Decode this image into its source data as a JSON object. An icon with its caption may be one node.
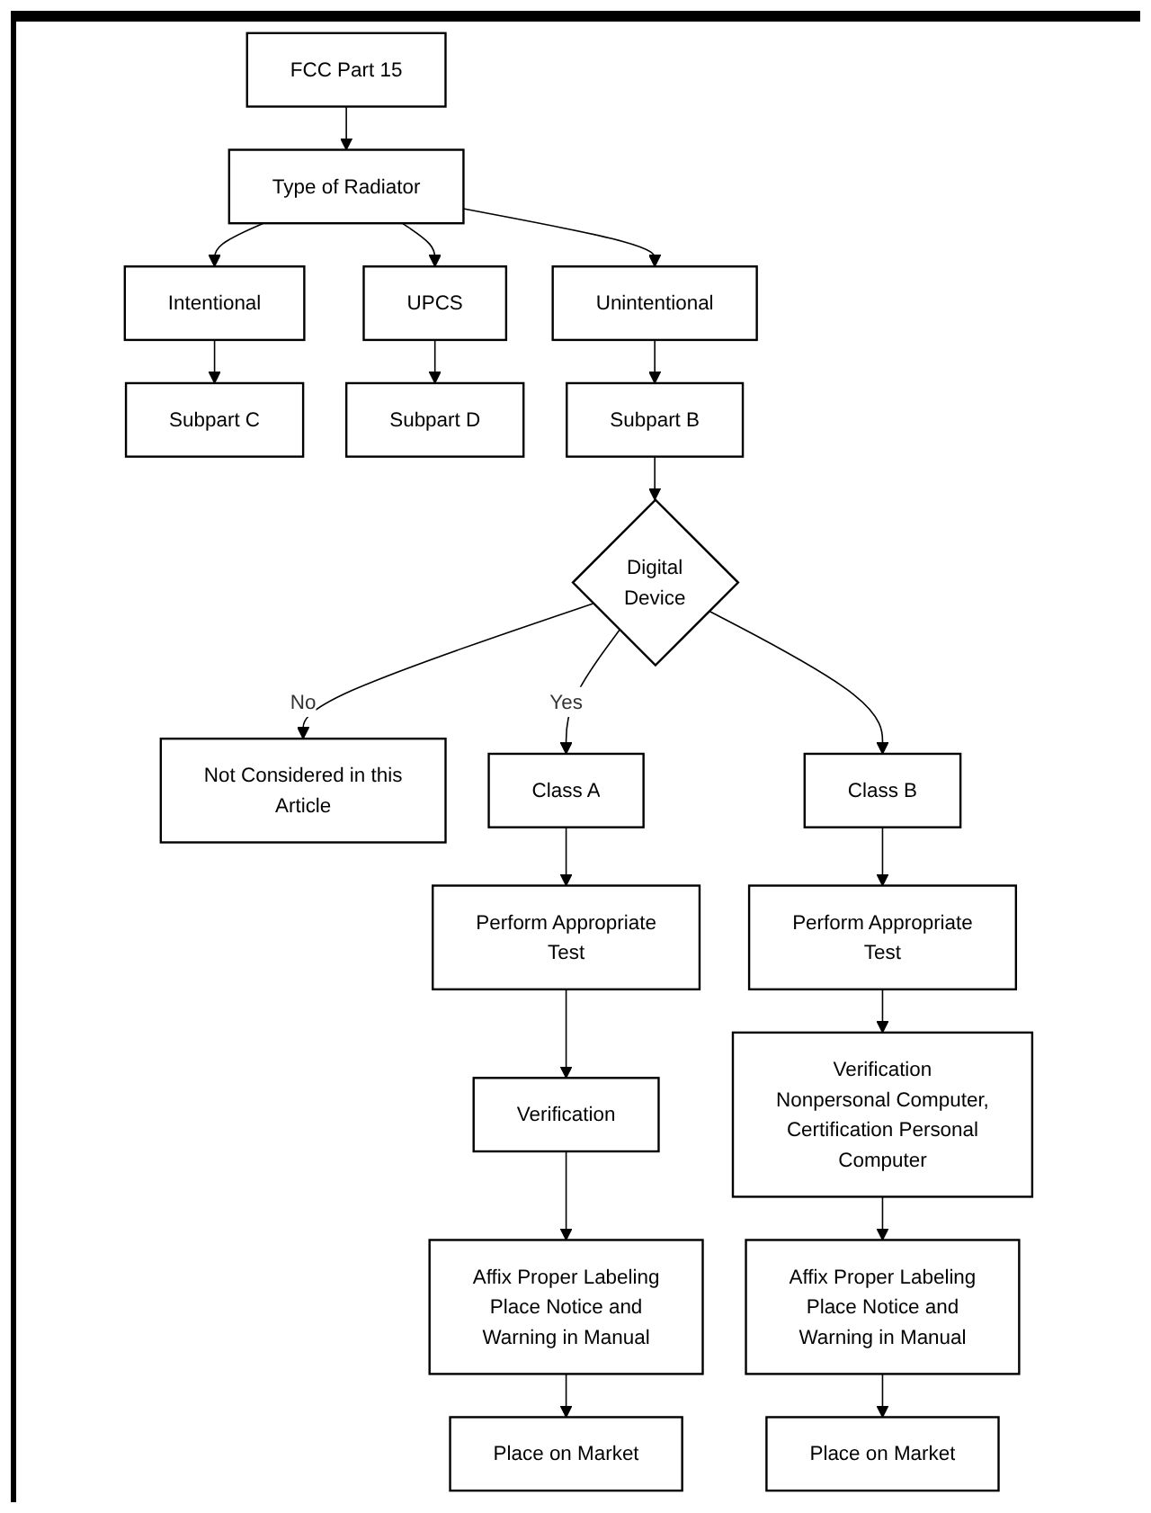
{
  "diagram": {
    "nodes": [
      {
        "text": [
          "FCC Part 15"
        ]
      },
      {
        "text": [
          "Intentional"
        ]
      },
      {
        "text": [
          "Type of Radiator"
        ]
      },
      {
        "text": [
          "UPCS"
        ]
      },
      {
        "text": [
          "Subpart C"
        ]
      },
      {
        "text": [
          "Unintentional"
        ]
      },
      {
        "text": [
          "Subpart D"
        ]
      },
      {
        "text": [
          "Subpart B"
        ]
      },
      {
        "text": [
          "Not Considered in this Article"
        ]
      },
      {
        "text": [
          "Digital Device"
        ]
      },
      {
        "text": [
          "Class A"
        ]
      },
      {
        "text": [
          "Class B"
        ]
      },
      {
        "text": [
          "Perform Appropriate Test"
        ]
      },
      {
        "text": [
          "Perform Appropriate Test"
        ]
      },
      {
        "text": [
          "Verification"
        ]
      },
      {
        "text": [
          "Verification Nonpersonal Computer, Certification Personal Computer"
        ]
      },
      {
        "text": [
          "Affix Proper Labeling Place Notice and Warning in Manual"
        ]
      },
      {
        "text": [
          "Affix Proper Labeling Place Notice and Warning in Manual"
        ]
      },
      {
        "text": [
          "Place on Market"
        ]
      },
      {
        "text": [
          "Place on Market"
        ]
      }
    ],
    "edges": [
      {
        "from": 0,
        "to": 2,
        "arrow": "to"
      },
      {
        "from": 2,
        "to": 1,
        "arrow": "to"
      },
      {
        "from": 2,
        "to": 3,
        "arrow": "to"
      },
      {
        "from": 1,
        "to": 4,
        "arrow": "to"
      },
      {
        "from": 2,
        "to": 5,
        "arrow": "to"
      },
      {
        "from": 3,
        "to": 6,
        "arrow": "to"
      },
      {
        "from": 5,
        "to": 7,
        "arrow": "to"
      },
      {
        "from": 7,
        "to": 9,
        "arrow": "to"
      },
      {
        "from": 9,
        "to": 8,
        "label": "No",
        "arrow": "to"
      },
      {
        "from": 9,
        "to": 10,
        "label": "Yes",
        "arrow": "to"
      },
      {
        "from": 9,
        "to": 11,
        "arrow": "to"
      },
      {
        "from": 10,
        "to": 12,
        "arrow": "to"
      },
      {
        "from": 12,
        "to": 14,
        "arrow": "to"
      },
      {
        "from": 14,
        "to": 16,
        "arrow": "to"
      },
      {
        "from": 16,
        "to": 18,
        "arrow": "to"
      },
      {
        "from": 11,
        "to": 13,
        "arrow": "to"
      },
      {
        "from": 13,
        "to": 15,
        "arrow": "to"
      },
      {
        "from": 15,
        "to": 17,
        "arrow": "to"
      },
      {
        "from": 17,
        "to": 19,
        "arrow": "to"
      }
    ]
  }
}
